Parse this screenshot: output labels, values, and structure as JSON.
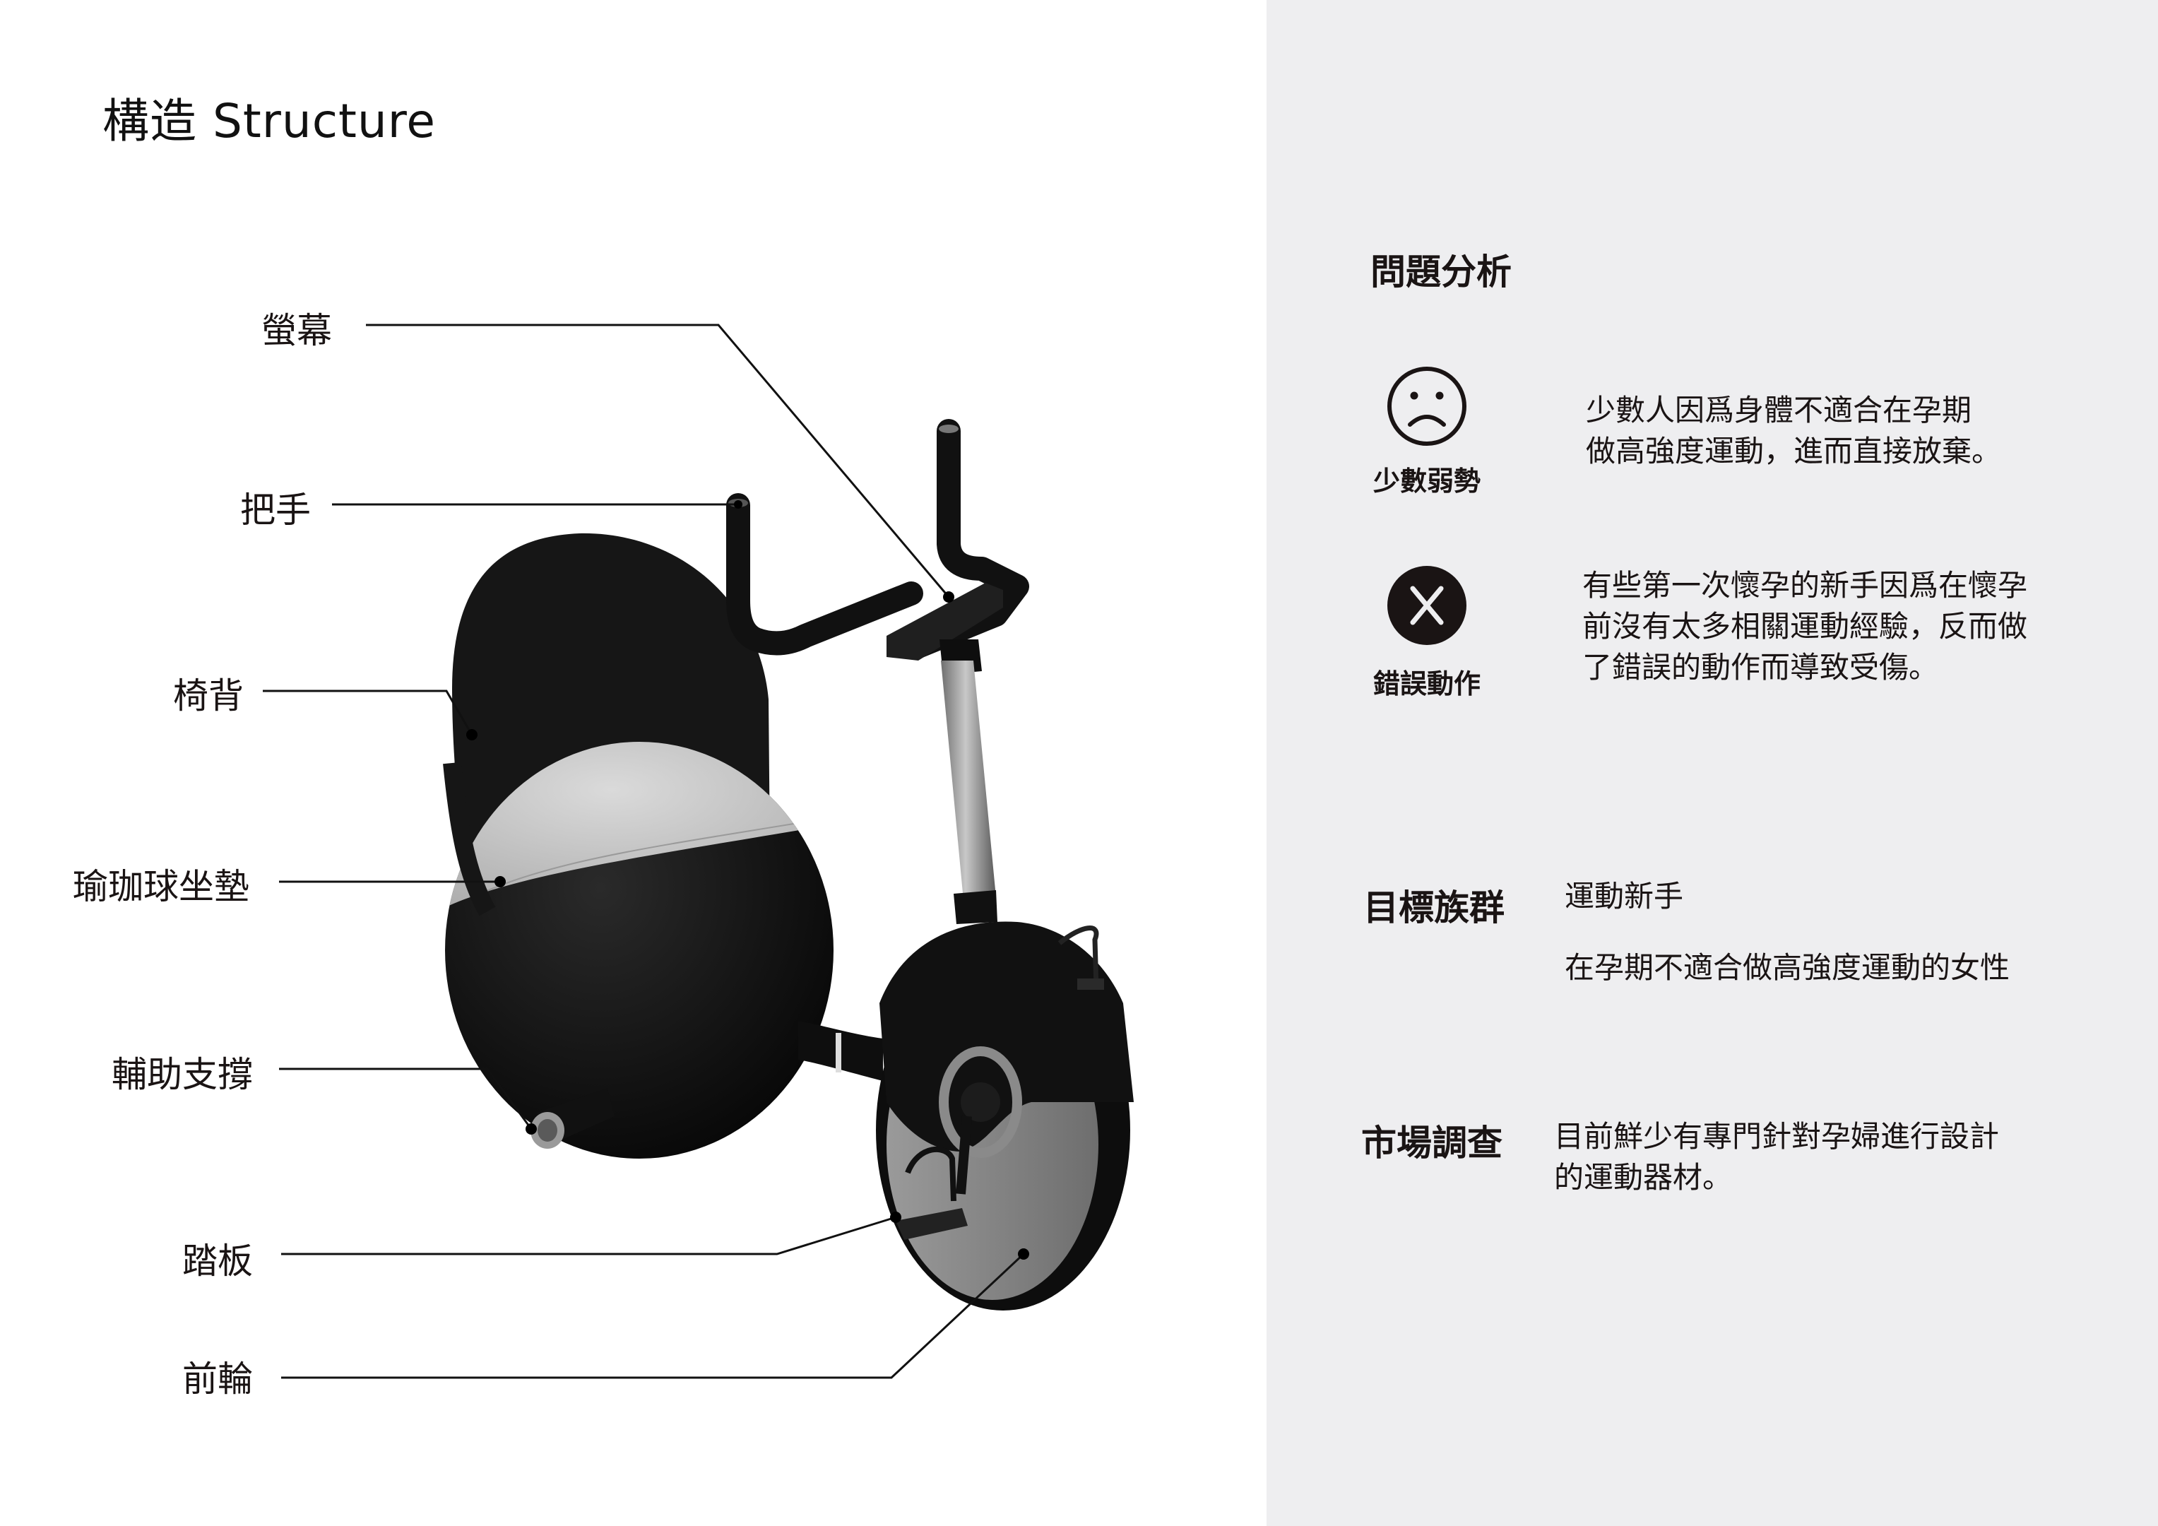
{
  "left_panel": {
    "title": "構造 Structure",
    "callouts": [
      {
        "label": "螢幕"
      },
      {
        "label": "把手"
      },
      {
        "label": "椅背"
      },
      {
        "label": "瑜珈球坐墊"
      },
      {
        "label": "輔助支撐"
      },
      {
        "label": "踏板"
      },
      {
        "label": "前輪"
      }
    ]
  },
  "right_panel": {
    "problem_analysis": {
      "heading": "問題分析",
      "items": [
        {
          "icon": "sad-face-icon",
          "label": "少數弱勢",
          "text": "少數人因爲身體不適合在孕期\n做高強度運動，進而直接放棄。"
        },
        {
          "icon": "x-circle-icon",
          "label": "錯誤動作",
          "text": "有些第一次懷孕的新手因爲在懷孕\n前沒有太多相關運動經驗，反而做\n了錯誤的動作而導致受傷。"
        }
      ]
    },
    "target_group": {
      "heading": "目標族群",
      "items": [
        "運動新手",
        "在孕期不適合做高強度運動的女性"
      ]
    },
    "market_research": {
      "heading": "市場調查",
      "text": "目前鮮少有專門針對孕婦進行設計\n的運動器材。"
    }
  },
  "colors": {
    "panel_bg": "#eeeef0",
    "ink": "#1a1414",
    "product_black": "#141414",
    "ball_gray": "#c9c9c9",
    "metal": "#8a8a8a"
  }
}
